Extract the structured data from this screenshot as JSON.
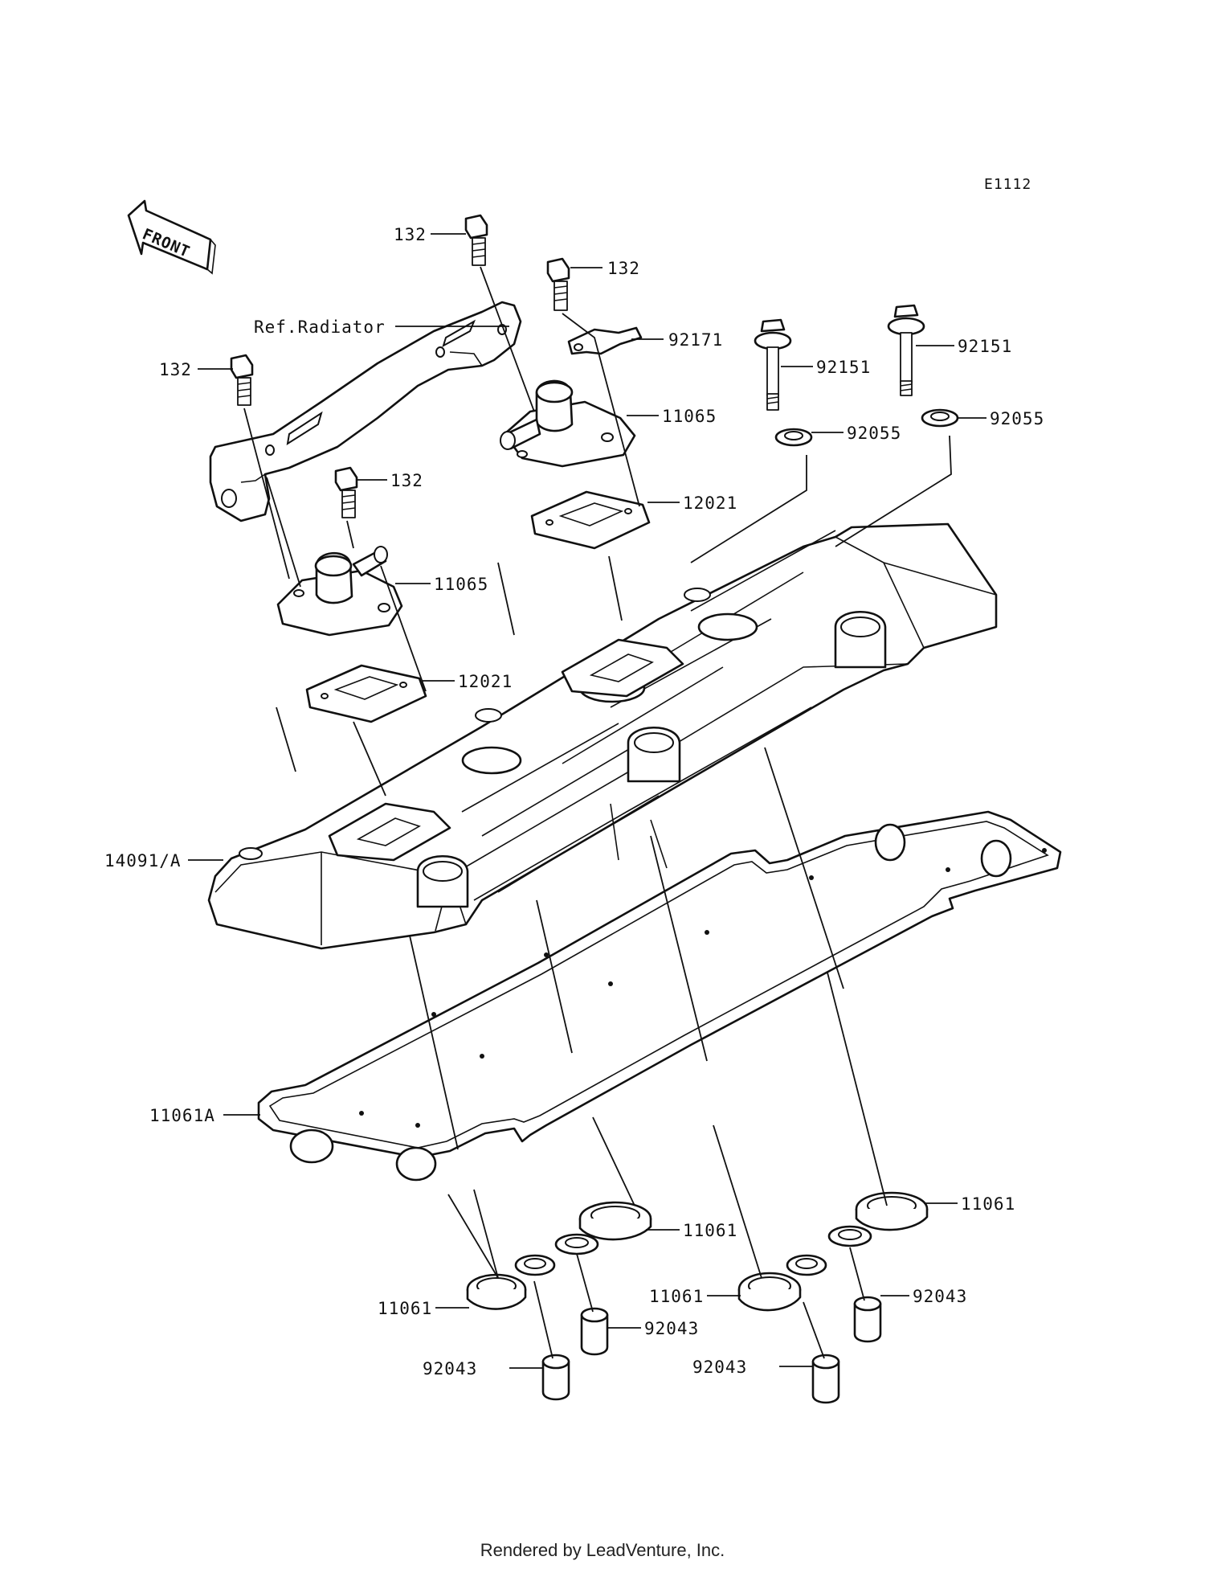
{
  "diagram_code": "E1112",
  "front_label": "FRONT",
  "ref_label": "Ref.Radiator",
  "labels": {
    "bolt_132_a": "132",
    "bolt_132_b": "132",
    "bolt_132_c": "132",
    "bolt_132_d": "132",
    "clamp_92171": "92171",
    "bolt_92151_a": "92151",
    "bolt_92151_b": "92151",
    "washer_92055_a": "92055",
    "washer_92055_b": "92055",
    "cover_11065_a": "11065",
    "cover_11065_b": "11065",
    "gasket_12021_a": "12021",
    "gasket_12021_b": "12021",
    "head_cover_14091": "14091/A",
    "gasket_11061A": "11061A",
    "gasket_11061_a": "11061",
    "gasket_11061_b": "11061",
    "gasket_11061_c": "11061",
    "gasket_11061_d": "11061",
    "collar_92043_a": "92043",
    "collar_92043_b": "92043",
    "collar_92043_c": "92043",
    "collar_92043_d": "92043"
  },
  "footer": "Rendered by LeadVenture, Inc."
}
